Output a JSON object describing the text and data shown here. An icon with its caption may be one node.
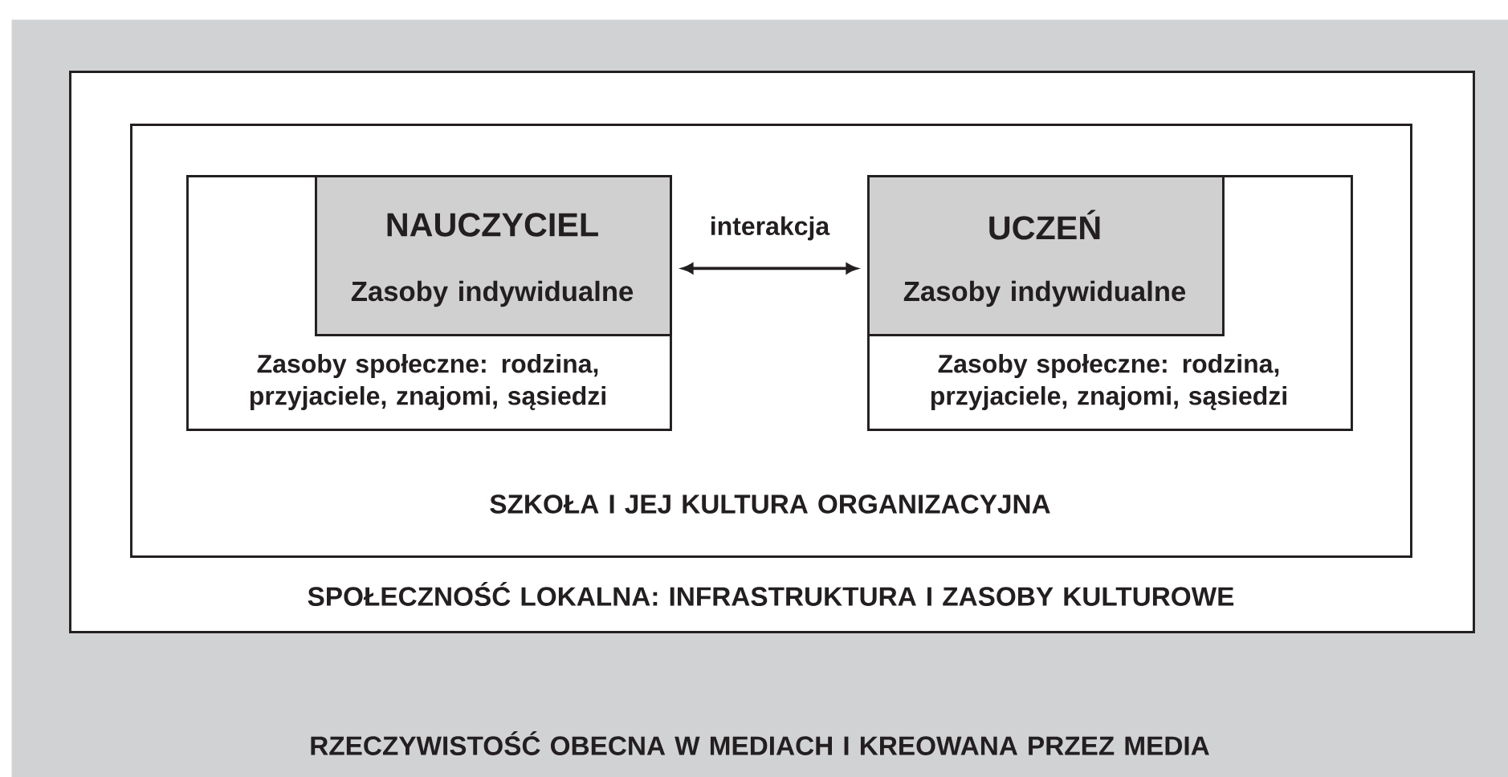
{
  "diagram": {
    "nodes": [
      {
        "text": [
          "RZECZYWISTOŚĆ OBECNA W MEDIACH I KREOWANA PRZEZ MEDIA"
        ]
      },
      {
        "text": [
          "SPOŁECZNOŚĆ LOKALNA: INFRASTRUKTURA I ZASOBY KULTUROWE"
        ],
        "in": 0
      },
      {
        "text": [
          "SZKOŁA I JEJ KULTURA ORGANIZACYJNA"
        ],
        "in": 1
      },
      {
        "text": [
          "Zasoby społeczne: rodzina, przyjaciele, znajomi, sąsiedzi"
        ],
        "in": 2
      },
      {
        "text": [
          "NAUCZYCIEL",
          "Zasoby indywidualne"
        ],
        "in": 3
      },
      {
        "text": [
          "Zasoby społeczne: rodzina, przyjaciele, znajomi, sąsiedzi"
        ],
        "in": 2
      },
      {
        "text": [
          "UCZEŃ",
          "Zasoby indywidualne"
        ],
        "in": 5
      }
    ],
    "edges": [
      {
        "from": 4,
        "to": 6,
        "arrow": "both",
        "label": "interakcja"
      }
    ]
  }
}
